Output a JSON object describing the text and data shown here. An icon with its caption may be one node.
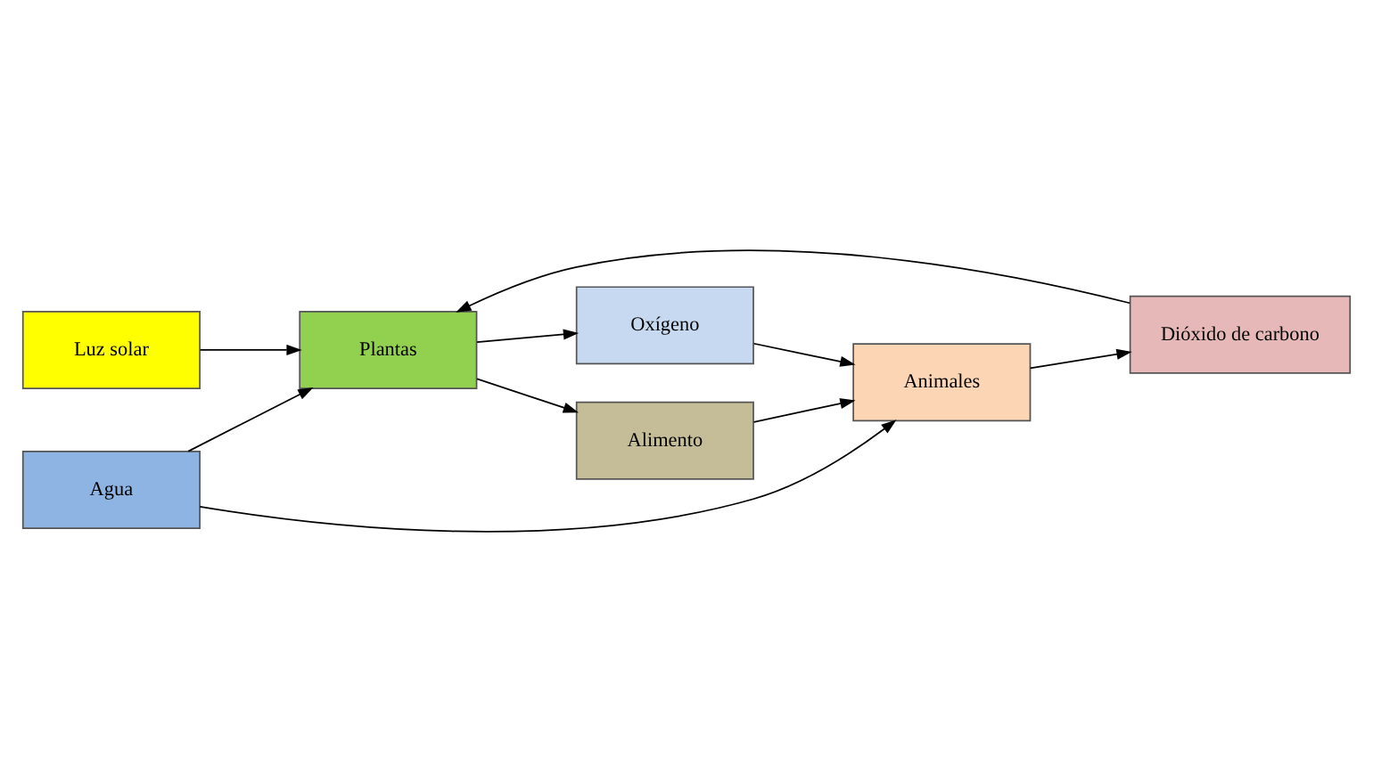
{
  "diagram": {
    "nodes": [
      {
        "text": [
          "Luz solar"
        ]
      },
      {
        "text": [
          "Oxígeno"
        ]
      },
      {
        "text": [
          "Alimento"
        ]
      },
      {
        "text": [
          "Animales"
        ]
      },
      {
        "text": [
          "Plantas"
        ]
      },
      {
        "text": [
          "Agua"
        ]
      },
      {
        "text": [
          "Dióxido de carbono"
        ]
      }
    ],
    "edges": [
      {
        "from": 0,
        "to": 4,
        "arrow": "to"
      },
      {
        "from": 4,
        "to": 1,
        "arrow": "to"
      },
      {
        "from": 4,
        "to": 2,
        "arrow": "to"
      },
      {
        "from": 1,
        "to": 3,
        "arrow": "to"
      },
      {
        "from": 2,
        "to": 3,
        "arrow": "to"
      },
      {
        "from": 5,
        "to": 3,
        "arrow": "to"
      },
      {
        "from": 5,
        "to": 4,
        "arrow": "to"
      },
      {
        "from": 3,
        "to": 6,
        "arrow": "to"
      },
      {
        "from": 6,
        "to": 4,
        "arrow": "to"
      }
    ]
  }
}
